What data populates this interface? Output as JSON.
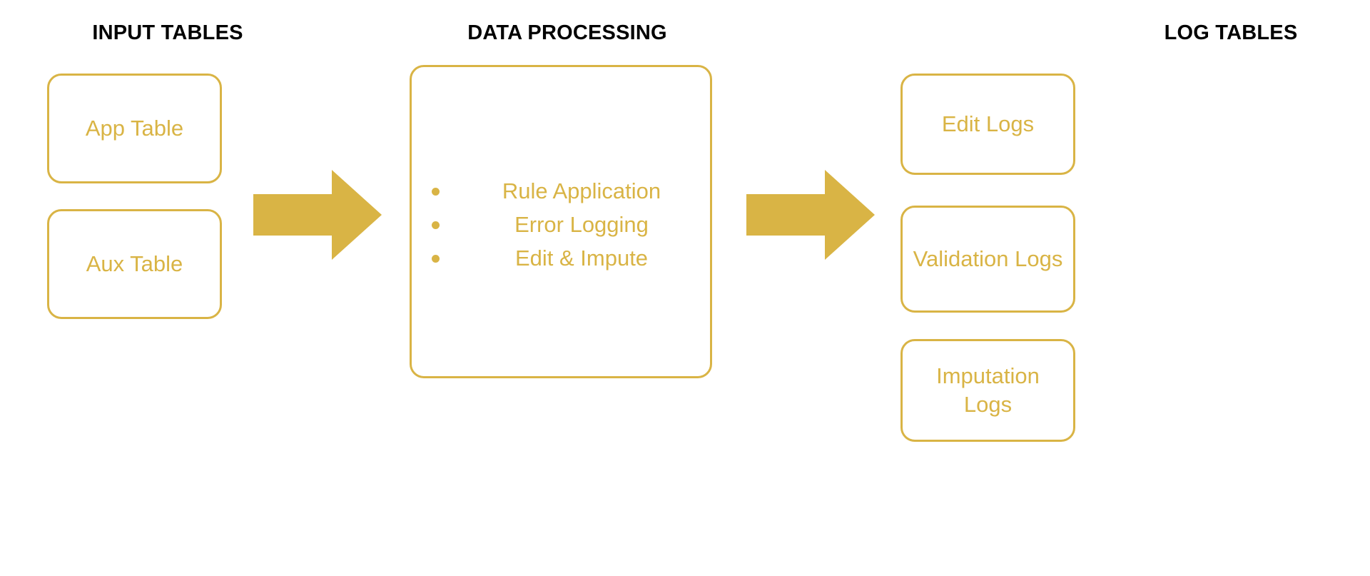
{
  "diagram": {
    "title": "Data processing flow",
    "background_color": "#ffffff",
    "accent_color": "#d9b445",
    "header_color": "#000000"
  },
  "columns": {
    "input": {
      "header": "INPUT TABLES",
      "boxes": [
        {
          "label": "App Table"
        },
        {
          "label": "Aux Table"
        }
      ]
    },
    "processing": {
      "header": "DATA PROCESSING",
      "steps": [
        {
          "bullet": "•",
          "label": "Rule Application"
        },
        {
          "bullet": "•",
          "label": "Error Logging"
        },
        {
          "bullet": "•",
          "label": "Edit & Impute"
        }
      ]
    },
    "log": {
      "header": "LOG TABLES",
      "boxes": [
        {
          "label": "Edit Logs"
        },
        {
          "label": "Validation Logs"
        },
        {
          "label": "Imputation Logs"
        }
      ]
    }
  },
  "arrows": [
    {
      "name": "input-to-processing",
      "direction": "right",
      "color": "#d9b445"
    },
    {
      "name": "processing-to-logs",
      "direction": "right",
      "color": "#d9b445"
    }
  ]
}
